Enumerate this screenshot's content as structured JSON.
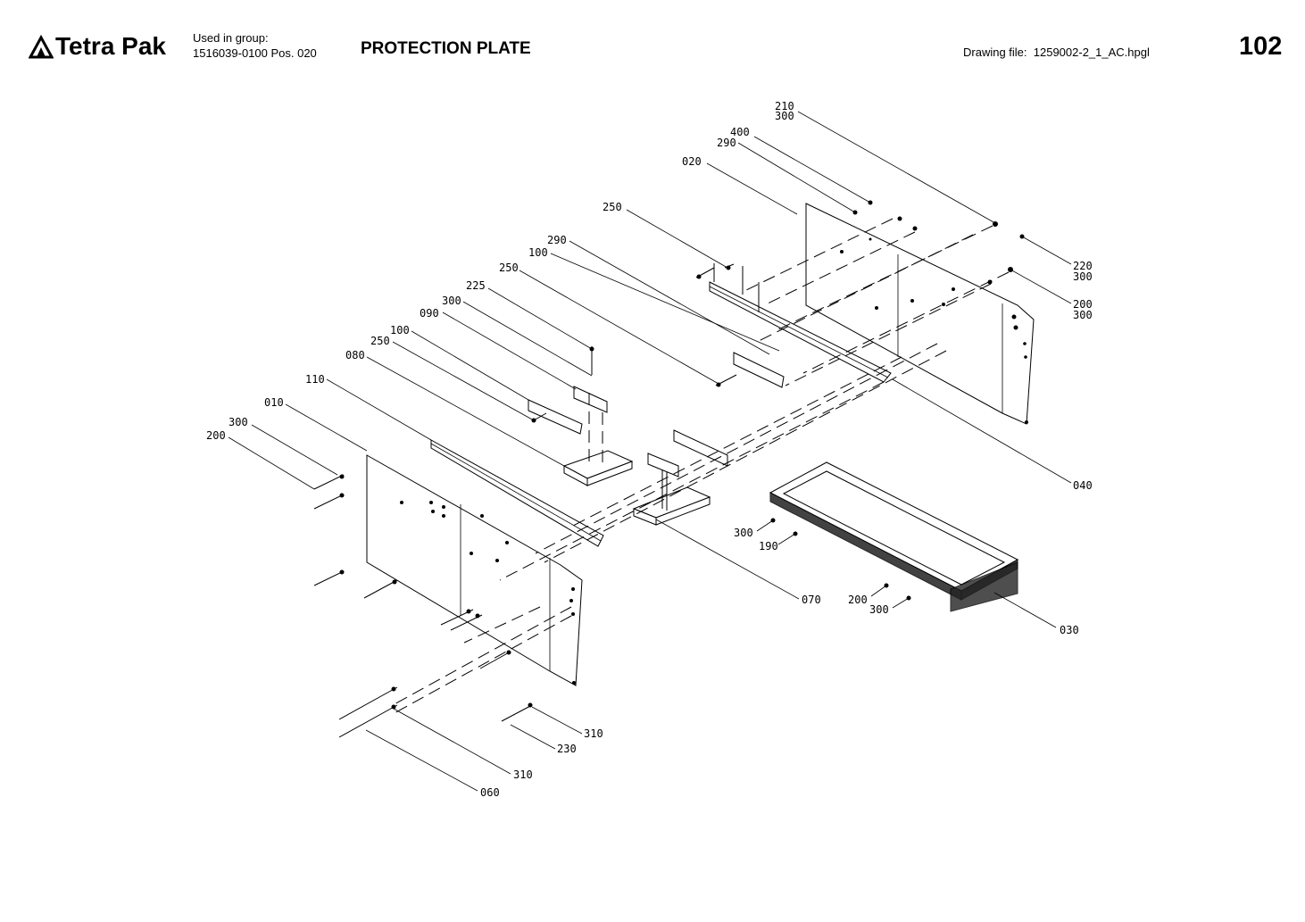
{
  "header": {
    "brand": "Tetra Pak",
    "used_in_group_label": "Used in group:",
    "used_in_group_value": "1516039-0100 Pos. 020",
    "title": "PROTECTION PLATE",
    "drawing_file_label": "Drawing file:",
    "drawing_file_value": "1259002-2_1_AC.hpgl",
    "page_number": "102"
  },
  "callouts": {
    "c210": "210",
    "c300a": "300",
    "c400": "400",
    "c290a": "290",
    "c020": "020",
    "c250a": "250",
    "c290b": "290",
    "c100a": "100",
    "c250b": "250",
    "c225": "225",
    "c300b": "300",
    "c090": "090",
    "c100b": "100",
    "c250c": "250",
    "c080": "080",
    "c110": "110",
    "c010": "010",
    "c300c": "300",
    "c200a": "200",
    "c220": "220",
    "c300d": "300",
    "c200b": "200",
    "c300e": "300",
    "c040": "040",
    "c300f": "300",
    "c190": "190",
    "c070": "070",
    "c200c": "200",
    "c300g": "300",
    "c030": "030",
    "c310a": "310",
    "c230": "230",
    "c310b": "310",
    "c060": "060"
  }
}
